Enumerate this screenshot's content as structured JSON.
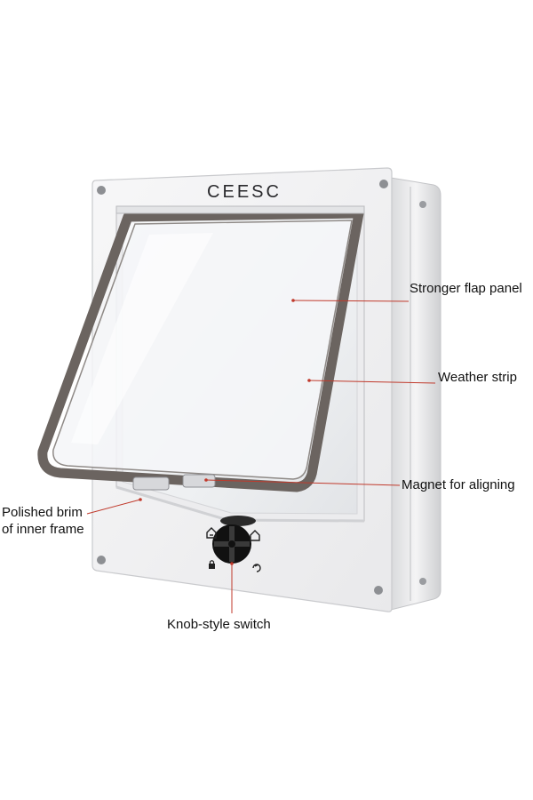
{
  "brand": {
    "logo_text": "CEESC"
  },
  "callouts": {
    "flap_panel": "Stronger flap panel",
    "weather_strip": "Weather strip",
    "magnet": "Magnet for aligning",
    "brim_line1": "Polished brim",
    "brim_line2": "of inner frame",
    "knob": "Knob-style switch"
  },
  "icons": {
    "knob_positions": [
      "house-in-icon",
      "house-out-icon",
      "lock-icon",
      "open-both-icon"
    ]
  },
  "colors": {
    "leader_line": "#c0392b",
    "frame": "#f3f3f4",
    "weather_strip": "#6b6460",
    "knob": "#111111"
  }
}
